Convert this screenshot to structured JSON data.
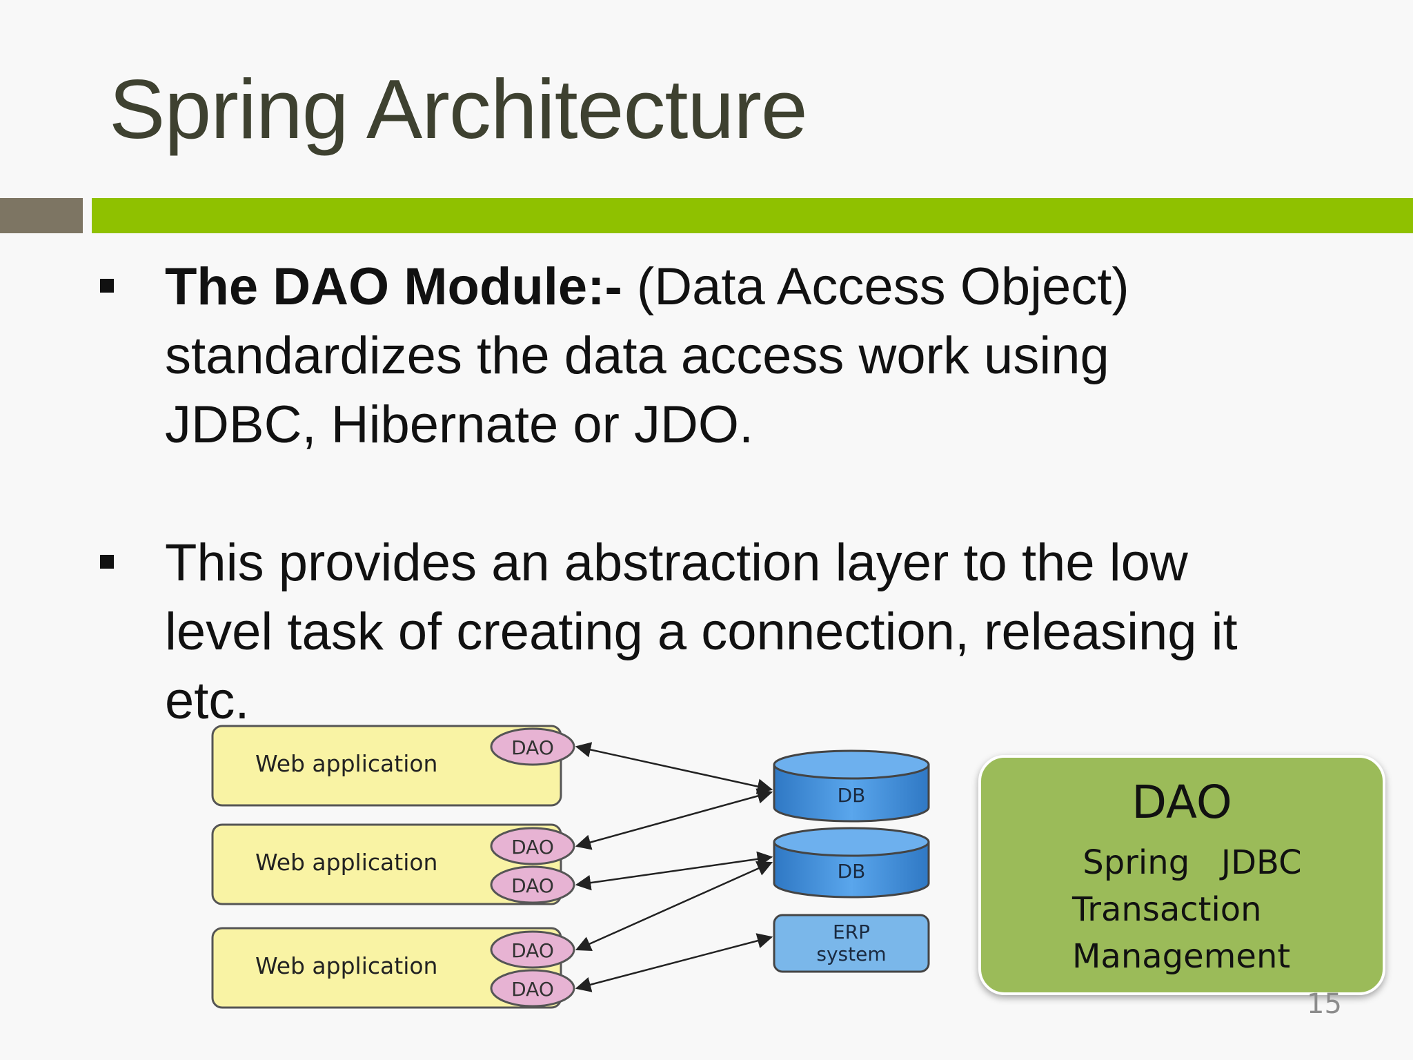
{
  "slide": {
    "title": "Spring Architecture",
    "page_number": "15"
  },
  "bullets": [
    {
      "bold_lead": "The DAO Module:-",
      "text_line1": " (Data Access Object)",
      "text_line2": "standardizes the data access work using",
      "text_line3": "JDBC, Hibernate or JDO."
    },
    {
      "text_line1": "This provides an abstraction layer to the low",
      "text_line2": "level task of creating a connection, releasing it",
      "text_line3": "etc."
    }
  ],
  "diagram": {
    "web_app_label": "Web application",
    "dao_label": "DAO",
    "db_label": "DB",
    "erp_line1": "ERP",
    "erp_line2": "system",
    "colors": {
      "webapp_fill": "#f9f3a4",
      "dao_fill": "#e7b3d3",
      "db_fill": "#3f8fd8",
      "erp_fill": "#7ab7ea"
    }
  },
  "callout": {
    "title": "DAO",
    "line1": " Spring   JDBC",
    "line2": "Transaction",
    "line3": "Management"
  }
}
